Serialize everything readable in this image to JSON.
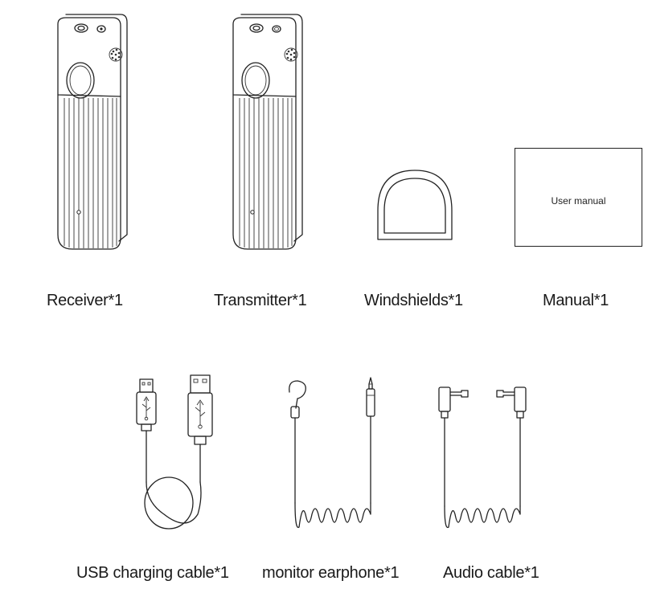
{
  "items": {
    "receiver": {
      "label": "Receiver*1"
    },
    "transmitter": {
      "label": "Transmitter*1"
    },
    "windshields": {
      "label": "Windshields*1"
    },
    "manual": {
      "label": "Manual*1",
      "cover_text": "User manual"
    },
    "usb_cable": {
      "label": "USB charging cable*1"
    },
    "earphone": {
      "label": "monitor earphone*1"
    },
    "audio_cable": {
      "label": "Audio cable*1"
    }
  }
}
